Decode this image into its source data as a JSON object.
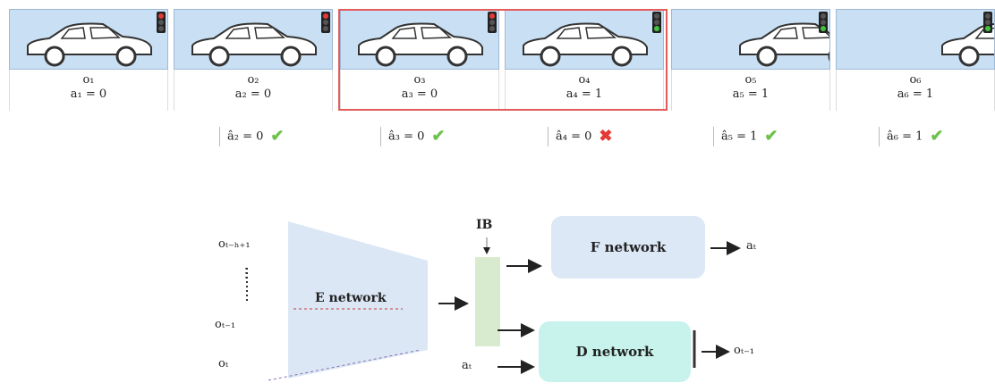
{
  "frames": [
    {
      "obs": "o₁",
      "act": "a₁ = 0",
      "light": "red"
    },
    {
      "obs": "o₂",
      "act": "a₂ = 0",
      "light": "red"
    },
    {
      "obs": "o₃",
      "act": "a₃ = 0",
      "light": "red"
    },
    {
      "obs": "o₄",
      "act": "a₄ = 1",
      "light": "green"
    },
    {
      "obs": "o₅",
      "act": "a₅ = 1",
      "light": "green"
    },
    {
      "obs": "o₆",
      "act": "a₆ = 1",
      "light": "green"
    }
  ],
  "predictions": [
    {
      "text": "â₂ = 0",
      "correct": true
    },
    {
      "text": "â₃ = 0",
      "correct": true
    },
    {
      "text": "â₄ = 0",
      "correct": false
    },
    {
      "text": "â₅ = 1",
      "correct": true
    },
    {
      "text": "â₆ = 1",
      "correct": true
    }
  ],
  "diagram": {
    "input_top": "oₜ₋ₕ₊₁",
    "dots": "⋮",
    "input_mid": "oₜ₋₁",
    "input_bottom": "oₜ",
    "encoder": "E network",
    "ib": "IB",
    "forward": "F network",
    "forward_out": "aₜ",
    "decoder": "D network",
    "decoder_in": "aₜ",
    "decoder_out": "oₜ₋₁"
  },
  "colors": {
    "frame_bg": "#c9dff3",
    "highlight": "#e35b5b",
    "encoder": "#dbe7f5",
    "f_box": "#dce8f5",
    "d_box": "#c8f3ec",
    "ib_bar": "#d9ebcf",
    "correct": "#6cc24a",
    "wrong": "#e53935"
  }
}
